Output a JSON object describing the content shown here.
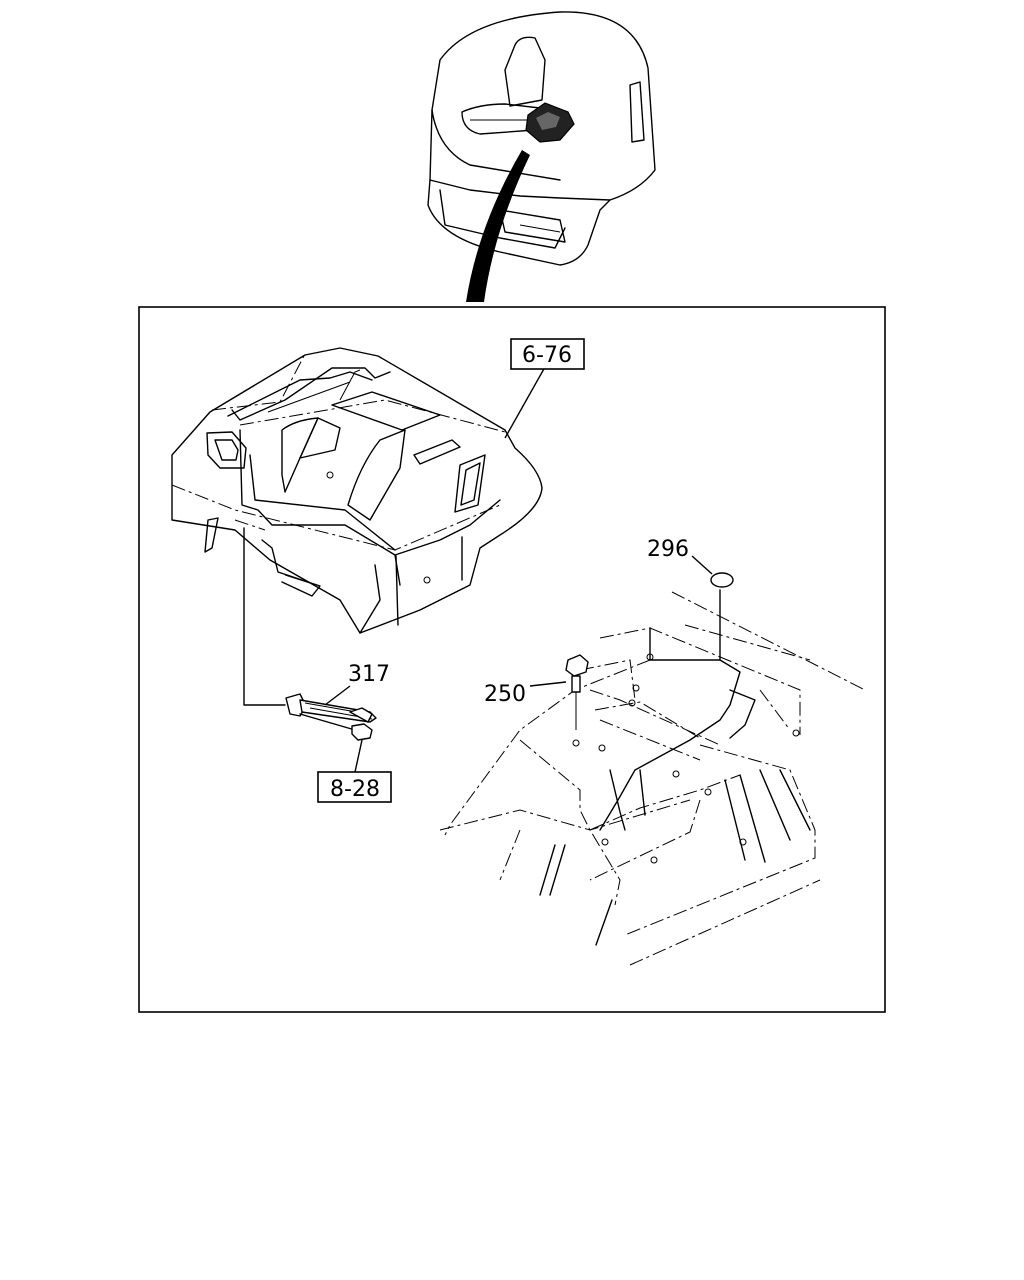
{
  "diagram": {
    "callouts": [
      {
        "id": "cab-console-ref",
        "label": "6-76",
        "boxed": true
      },
      {
        "id": "part-296",
        "label": "296",
        "boxed": false
      },
      {
        "id": "part-317",
        "label": "317",
        "boxed": false
      },
      {
        "id": "part-250",
        "label": "250",
        "boxed": false
      },
      {
        "id": "bolt-ref",
        "label": "8-28",
        "boxed": true
      }
    ],
    "colors": {
      "line": "#000000",
      "background": "#ffffff"
    }
  }
}
